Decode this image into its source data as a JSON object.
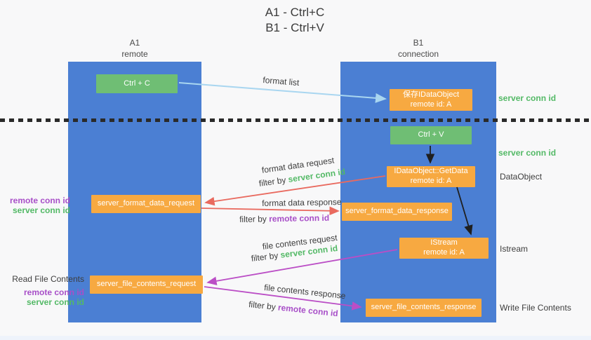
{
  "title": {
    "line1": "A1 - Ctrl+C",
    "line2": "B1 - Ctrl+V"
  },
  "columns": {
    "left": {
      "id": "A1",
      "name": "remote"
    },
    "right": {
      "id": "B1",
      "name": "connection"
    }
  },
  "nodes": {
    "ctrl_c": {
      "label": "Ctrl + C"
    },
    "ctrl_v": {
      "label": "Ctrl + V"
    },
    "save_dataobject": {
      "line1": "保存IDataObject",
      "line2": "remote id: A"
    },
    "getdata": {
      "line1": "IDataObject::GetData",
      "line2": "remote id: A"
    },
    "istream": {
      "line1": "IStream",
      "line2": "remote id: A"
    },
    "format_data_request": {
      "label": "server_format_data_request"
    },
    "format_data_response": {
      "label": "server_format_data_response"
    },
    "file_contents_request": {
      "label": "server_file_contents_request"
    },
    "file_contents_response": {
      "label": "server_file_contents_response"
    }
  },
  "arrow_labels": {
    "format_list": "format list",
    "format_data_request": "format data request",
    "format_data_response": "format data response",
    "file_contents_request": "file contents request",
    "file_contents_response": "file contents response",
    "filter_by": "filter by",
    "server_conn_id": "server conn id",
    "remote_conn_id": "remote conn id"
  },
  "side_labels": {
    "server_conn_id_top": "server conn id",
    "server_conn_id_mid": "server conn id",
    "dataobject": "DataObject",
    "istream": "Istream",
    "write_file_contents": "Write File Contents",
    "read_file_contents": "Read File Contents",
    "remote_conn_id": "remote conn id",
    "server_conn_id": "server conn id"
  },
  "colors": {
    "column_blue": "#4b7fd3",
    "box_green": "#6fbe74",
    "box_orange": "#f7a941",
    "green_text": "#53b966",
    "purple_text": "#a84fc8",
    "red_arrow": "#e96a5f",
    "magenta_arrow": "#bb4ec6",
    "light_blue_arrow": "#a9d6f0",
    "black_arrow": "#1f1f1f"
  }
}
